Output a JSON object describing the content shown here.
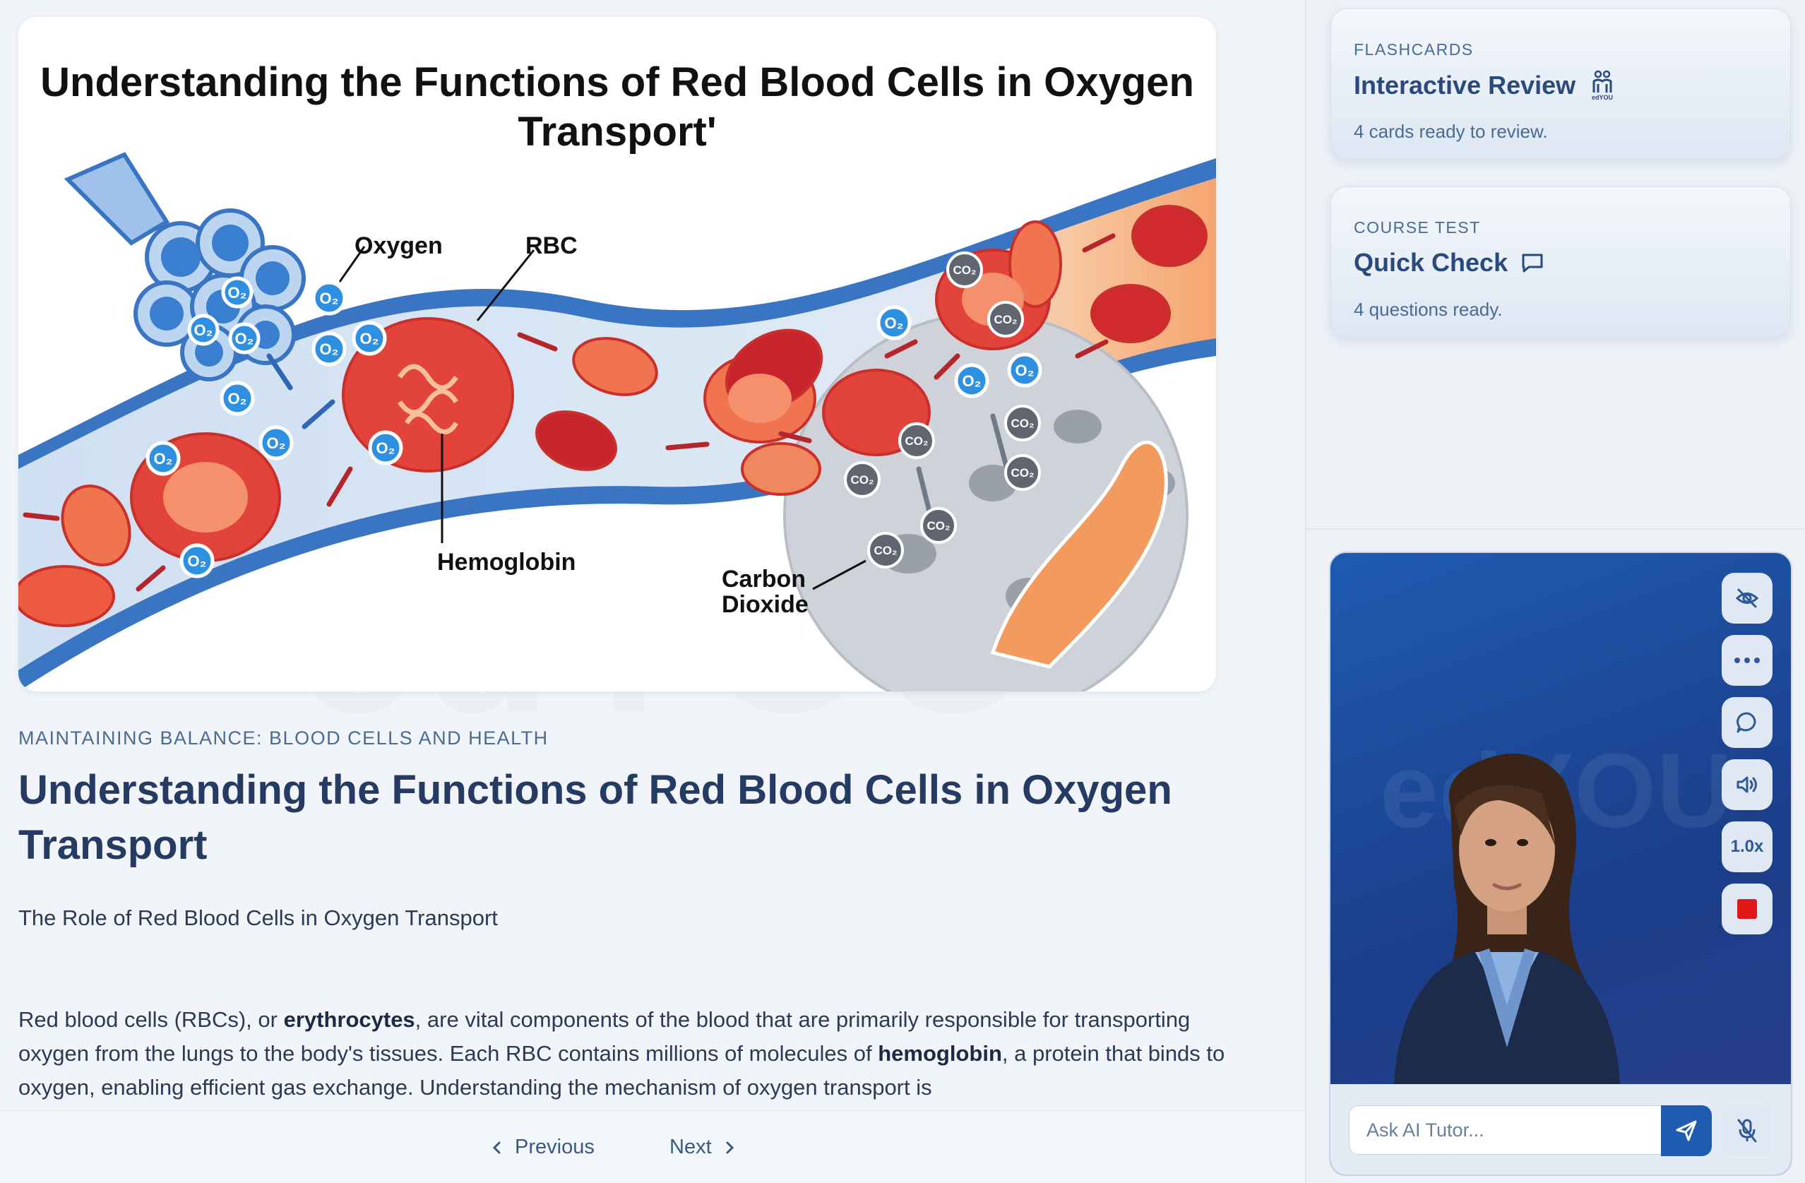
{
  "hero": {
    "title": "Understanding the Functions of Red Blood Cells in Oxygen Transport'",
    "labels": {
      "oxygen": "Oxygen",
      "rbc": "RBC",
      "hemoglobin": "Hemoglobin",
      "carbon_dioxide": "Carbon Dioxide",
      "o2": "O₂",
      "co2": "CO₂"
    }
  },
  "lesson": {
    "section": "MAINTAINING BALANCE: BLOOD CELLS AND HEALTH",
    "title": "Understanding the Functions of Red Blood Cells in Oxygen Transport",
    "subtitle": "The Role of Red Blood Cells in Oxygen Transport",
    "body": {
      "p1": "Red blood cells (RBCs), or ",
      "b1": "erythrocytes",
      "p2": ", are vital components of the blood that are primarily responsible for transporting oxygen from the lungs to the body's tissues. Each RBC contains millions of molecules of ",
      "b2": "hemoglobin",
      "p3": ", a protein that binds to oxygen, enabling efficient gas exchange. Understanding the mechanism of oxygen transport is"
    }
  },
  "nav": {
    "previous": "Previous",
    "next": "Next"
  },
  "sidebar": {
    "flashcards": {
      "kicker": "FLASHCARDS",
      "title": "Interactive Review",
      "sub": "4 cards ready to review."
    },
    "test": {
      "kicker": "COURSE TEST",
      "title": "Quick Check",
      "sub": "4 questions ready."
    }
  },
  "tutor": {
    "speed": "1.0x",
    "input_placeholder": "Ask AI Tutor...",
    "watermark": "edYOU",
    "logo_text": "edYOU"
  },
  "colors": {
    "accent": "#1f5bb0",
    "title": "#253b63",
    "stop": "#e01818"
  }
}
